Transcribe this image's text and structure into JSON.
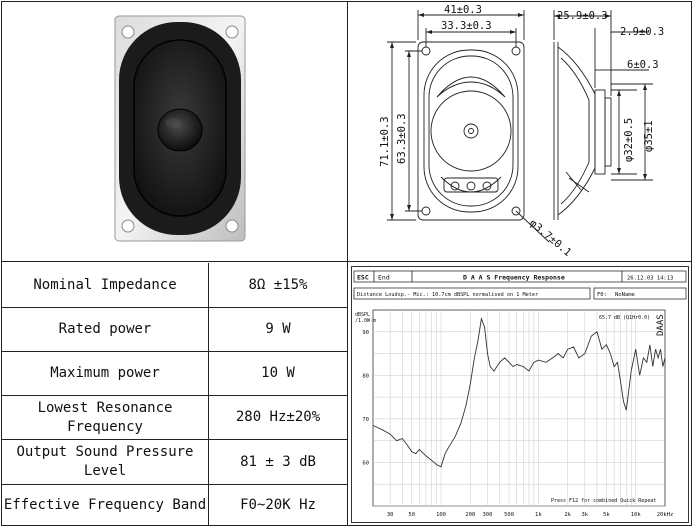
{
  "drawing": {
    "dims": {
      "width_outer": "41±0.3",
      "hole_pitch_x": "33.3±0.3",
      "height_outer": "71.1±0.3",
      "hole_pitch_y": "63.3±0.3",
      "hole_dia": "φ3.7±0.1",
      "depth_total": "25.9±0.3",
      "flange": "2.9±0.3",
      "magnet_thickness": "6±0.3",
      "magnet_dia_inner": "φ32±0.5",
      "magnet_dia_outer": "φ35±1"
    }
  },
  "specs": [
    {
      "name": "Nominal Impedance",
      "value": "8Ω ±15%"
    },
    {
      "name": "Rated power",
      "value": "9 W"
    },
    {
      "name": "Maximum power",
      "value": "10 W"
    },
    {
      "name": "Lowest Resonance\nFrequency",
      "value": "280 Hz±20%"
    },
    {
      "name": "Output Sound Pressure\nLevel",
      "value": "81 ± 3 dB"
    },
    {
      "name": "Effective Frequency Band",
      "value": "F0~20K Hz"
    }
  ],
  "freq_response": {
    "header": {
      "esc": "ESC",
      "end": "End",
      "title": "D A A S   Frequency Response",
      "date": "26.12.03 14:13",
      "info": "Distance Loudsp.- Mic.: 10.7cm dBSPL normalised on 1 Meter",
      "f0_label": "F0:",
      "name_label": "NoName",
      "unit_label": "dBSPL\n/1.0W·m",
      "peak_label": "65.7 dB (Q1Hr0.0)",
      "brand": "DAAS",
      "footer": "Press F12 for combined Quick Repeat"
    },
    "chart_data": {
      "type": "line",
      "xscale": "log",
      "xlim": [
        20,
        20000
      ],
      "ylim": [
        50,
        95
      ],
      "yticks": [
        50,
        55,
        60,
        65,
        70,
        75,
        80,
        85,
        90
      ],
      "ytick_labels": [
        "",
        "",
        "60",
        "",
        "70",
        "",
        "80",
        "",
        "90"
      ],
      "xticks": [
        30,
        50,
        100,
        200,
        300,
        500,
        1000,
        2000,
        3000,
        5000,
        10000,
        20000
      ],
      "xtick_labels": [
        "30",
        "50",
        "100",
        "200",
        "300",
        "500",
        "1k",
        "2k",
        "3k",
        "5k",
        "10k",
        "20kHz"
      ],
      "series": [
        {
          "x": [
            20,
            25,
            30,
            35,
            40,
            45,
            50,
            55,
            60,
            70,
            80,
            90,
            100,
            110,
            120,
            140,
            160,
            180,
            200,
            220,
            240,
            260,
            280,
            300,
            320,
            350,
            400,
            450,
            500,
            550,
            600,
            700,
            800,
            900,
            1000,
            1200,
            1400,
            1600,
            1800,
            2000,
            2300,
            2600,
            3000,
            3500,
            4000,
            4500,
            5000,
            5500,
            6000,
            6500,
            7000,
            7500,
            8000,
            9000,
            10000,
            11000,
            12000,
            13000,
            14000,
            15000,
            16000,
            17000,
            18000,
            19000,
            20000
          ],
          "y": [
            68.5,
            67.5,
            66.5,
            65,
            65.5,
            64,
            62.5,
            62,
            63,
            61.5,
            60.5,
            59.5,
            59,
            62,
            63.5,
            66,
            69,
            73,
            78,
            84,
            88,
            93,
            91,
            85,
            82,
            81,
            83,
            84,
            83,
            82,
            82.5,
            82,
            81,
            83,
            83.5,
            83,
            84,
            85,
            84,
            86,
            86.5,
            84,
            85,
            89,
            90,
            86,
            87,
            85,
            82,
            83,
            78.5,
            74,
            72,
            81,
            86,
            80,
            84,
            83,
            87,
            82,
            86,
            84,
            86,
            82,
            84
          ]
        }
      ]
    }
  }
}
